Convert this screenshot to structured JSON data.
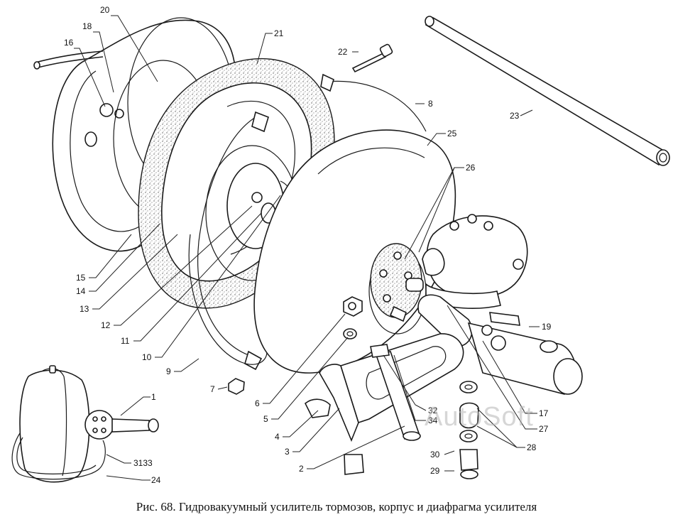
{
  "caption": "Рис. 68. Гидровакуумный усилитель тормозов, корпус и диафрагма усилителя",
  "watermark": "AutoSoft",
  "labels": {
    "l1": "1",
    "l2": "2",
    "l3": "3",
    "l4": "4",
    "l5": "5",
    "l6": "6",
    "l7": "7",
    "l8": "8",
    "l9": "9",
    "l10": "10",
    "l11": "11",
    "l12": "12",
    "l13": "13",
    "l14": "14",
    "l15": "15",
    "l16": "16",
    "l17": "17",
    "l18": "18",
    "l19": "19",
    "l20": "20",
    "l21": "21",
    "l22": "22",
    "l23": "23",
    "l24": "24",
    "l25": "25",
    "l26": "26",
    "l27": "27",
    "l28": "28",
    "l29": "29",
    "l30": "30",
    "l3133": "3133",
    "l32": "32",
    "l34": "34"
  }
}
